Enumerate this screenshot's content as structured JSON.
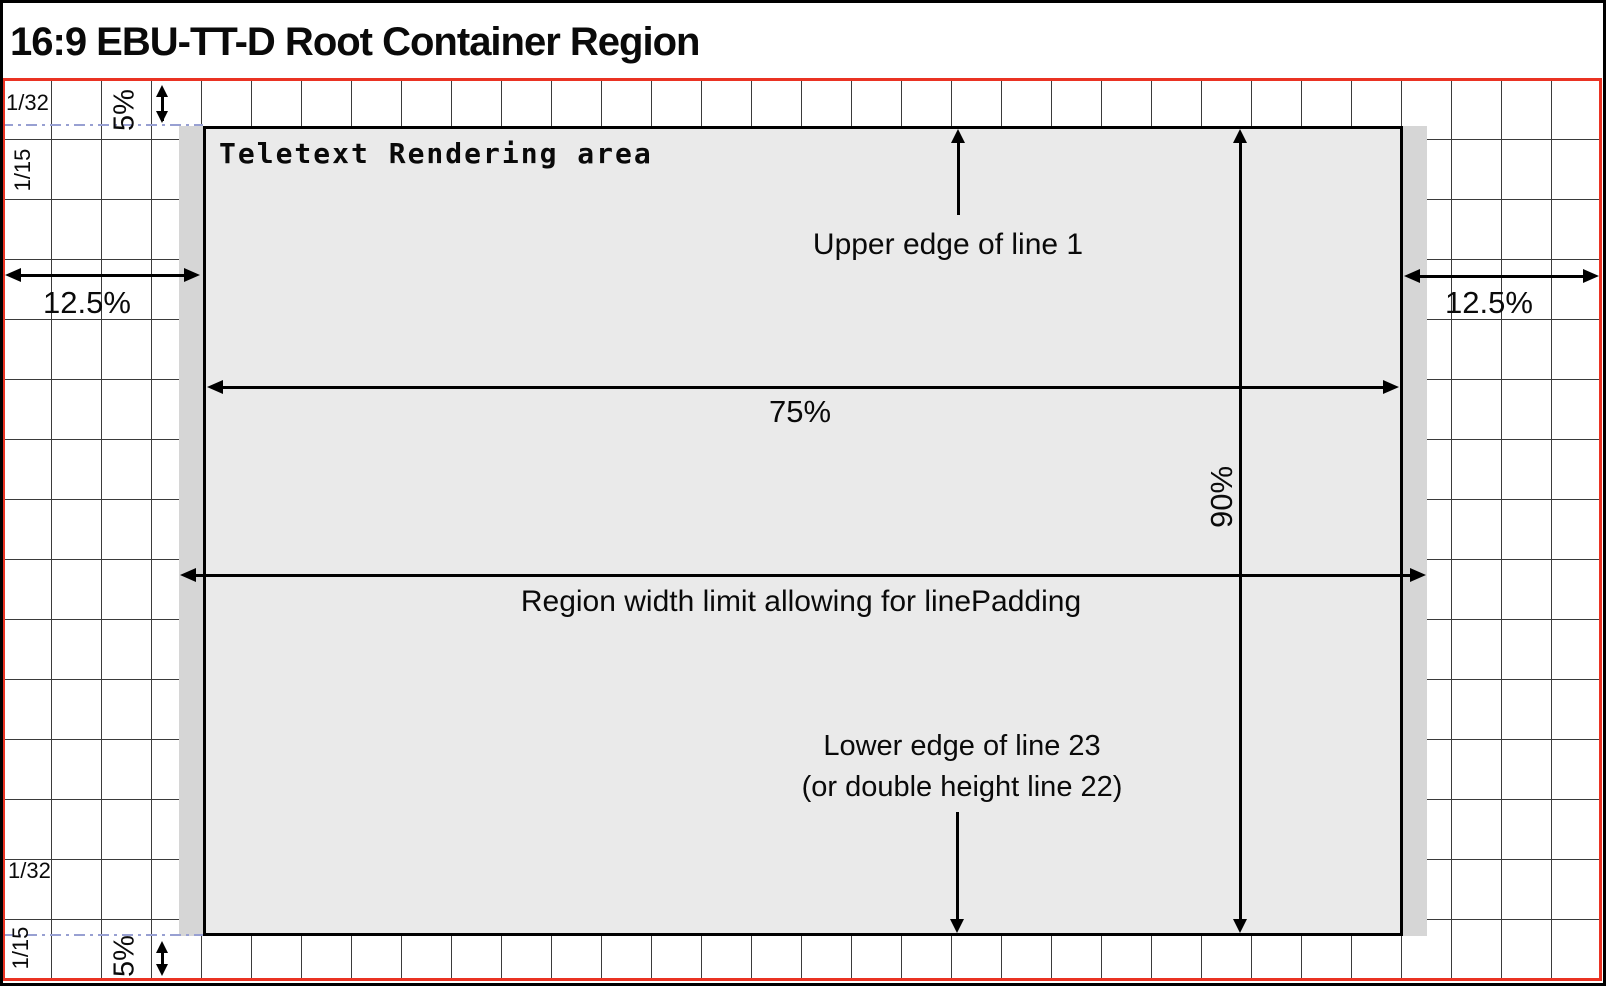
{
  "title": "16:9 EBU-TT-D Root Container Region",
  "region": {
    "teletext_area_label": "Teletext Rendering area",
    "annotations": {
      "upper_edge": "Upper edge of line 1",
      "lower_edge_line_1": "Lower edge of line 23",
      "lower_edge_line_2": "(or double height line 22)",
      "region_width_limit": "Region width limit allowing for linePadding"
    },
    "measurements": {
      "top_offset": "5%",
      "bottom_offset": "5%",
      "left_margin": "12.5%",
      "right_margin": "12.5%",
      "region_width": "75%",
      "region_height": "90%",
      "grid_cell_width_top": "1/32",
      "grid_row_height_top": "1/15",
      "grid_cell_width_bottom": "1/32",
      "grid_row_height_bottom": "1/15"
    }
  },
  "colors": {
    "root_border": "#ea3323",
    "teletext_fill": "#eaeaea",
    "line_padding_band": "#d6d6d6",
    "grid_line": "#3b3b3b",
    "guide_dash_dot": "#98a0d2",
    "frame": "#000000"
  }
}
